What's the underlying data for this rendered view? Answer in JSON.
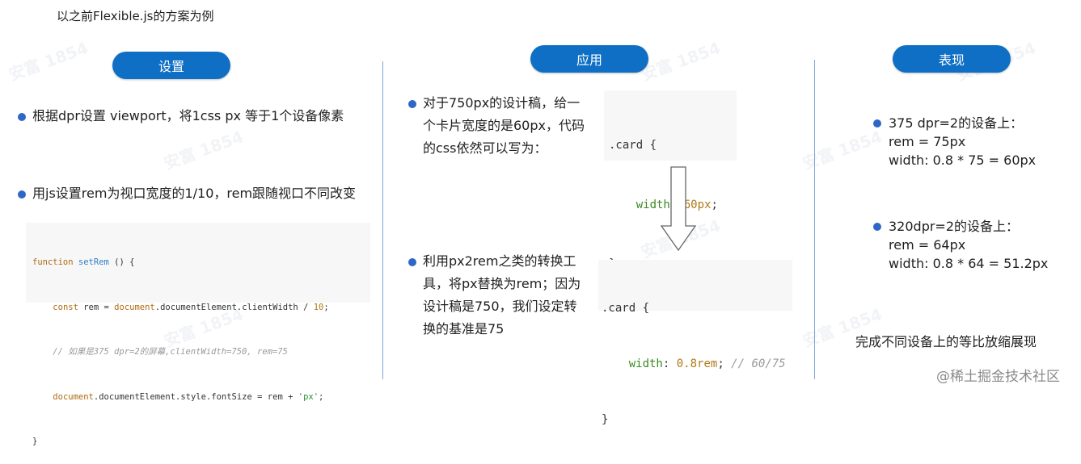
{
  "title": "以之前Flexible.js的方案为例",
  "columns": {
    "setup": {
      "label": "设置",
      "bullet1": "根据dpr设置 viewport，将1css px 等于1个设备像素",
      "bullet2": "用js设置rem为视口宽度的1/10，rem跟随视口不同改变",
      "code": {
        "l1_kw": "function",
        "l1_fn": "setRem",
        "l1_rest": " () {",
        "l2_kw": "const",
        "l2_a": " rem = ",
        "l2_doc": "document",
        "l2_b": ".documentElement.clientWidth / ",
        "l2_num": "10",
        "l2_c": ";",
        "l3_cm": "// 如果是375 dpr=2的屏幕,clientWidth=750, rem=75",
        "l4_doc": "document",
        "l4_a": ".documentElement.style.fontSize = rem + ",
        "l4_str": "'px'",
        "l4_b": ";",
        "l5": "}"
      }
    },
    "apply": {
      "label": "应用",
      "bullet1": "对于750px的设计稿，给一个卡片宽度的是60px，代码的css依然可以写为：",
      "bullet2": "利用px2rem之类的转换工具，将px替换为rem；因为设计稿是750，我们设定转换的基准是75",
      "code1": {
        "sel": ".card {",
        "prop": "width",
        "colon": ": ",
        "val": "60px",
        "semi": ";",
        "close": "}"
      },
      "code2": {
        "sel": ".card {",
        "prop": "width",
        "colon": ": ",
        "val": "0.8rem",
        "semi": "; ",
        "cm": "// 60/75",
        "close": "}"
      }
    },
    "result": {
      "label": "表现",
      "item1": {
        "head": "375 dpr=2的设备上：",
        "l2": "rem = 75px",
        "l3": "width: 0.8 * 75 = 60px"
      },
      "item2": {
        "head": "320dpr=2的设备上：",
        "l2": "rem = 64px",
        "l3": "width: 0.8 * 64 = 51.2px"
      },
      "summary": "完成不同设备上的等比放缩展现"
    }
  },
  "watermark": "安富 1854",
  "footer": "@稀土掘金技术社区",
  "colors": {
    "pill": "#0f6fc5",
    "bullet": "#2f67c6",
    "divider": "#7fa6d8"
  }
}
